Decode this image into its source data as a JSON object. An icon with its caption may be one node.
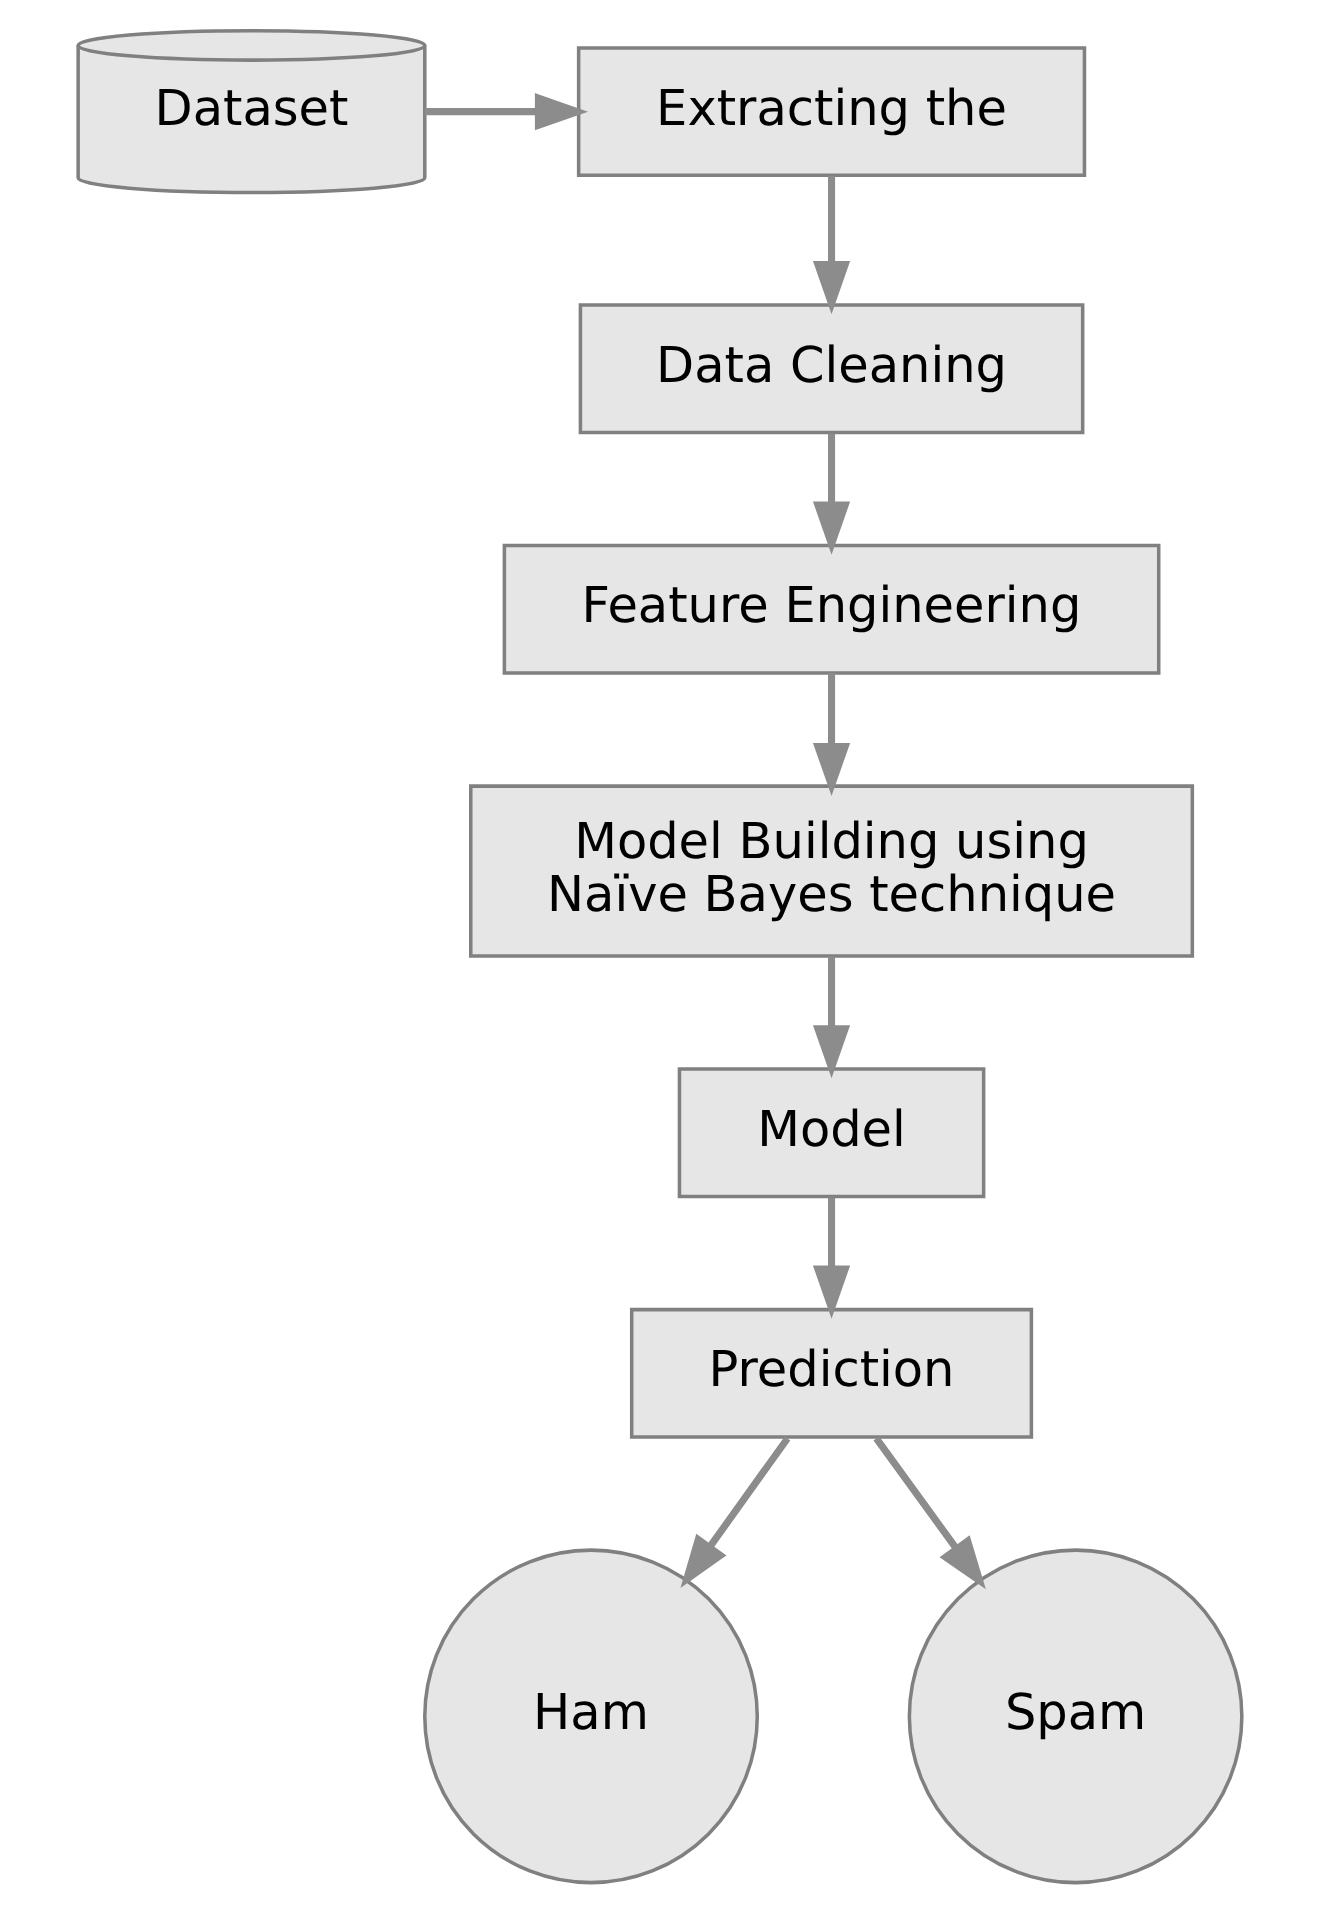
{
  "diagram": {
    "nodes": [
      {
        "text": [
          "Dataset"
        ]
      },
      {
        "text": [
          "Extracting the"
        ]
      },
      {
        "text": [
          "Data Cleaning"
        ]
      },
      {
        "text": [
          "Feature Engineering"
        ]
      },
      {
        "text": [
          "Model Building using Naïve Bayes technique"
        ]
      },
      {
        "text": [
          "Model"
        ]
      },
      {
        "text": [
          "Prediction"
        ]
      },
      {
        "text": [
          "Ham"
        ]
      },
      {
        "text": [
          "Spam"
        ]
      }
    ],
    "edges": [
      {
        "from": 0,
        "to": 1,
        "arrow": "to"
      },
      {
        "from": 1,
        "to": 2,
        "arrow": "to"
      },
      {
        "from": 2,
        "to": 3,
        "arrow": "to"
      },
      {
        "from": 3,
        "to": 4,
        "arrow": "to"
      },
      {
        "from": 4,
        "to": 5,
        "arrow": "to"
      },
      {
        "from": 5,
        "to": 6,
        "arrow": "to"
      },
      {
        "from": 6,
        "to": 7,
        "arrow": "to"
      },
      {
        "from": 6,
        "to": 8,
        "arrow": "to"
      }
    ]
  }
}
